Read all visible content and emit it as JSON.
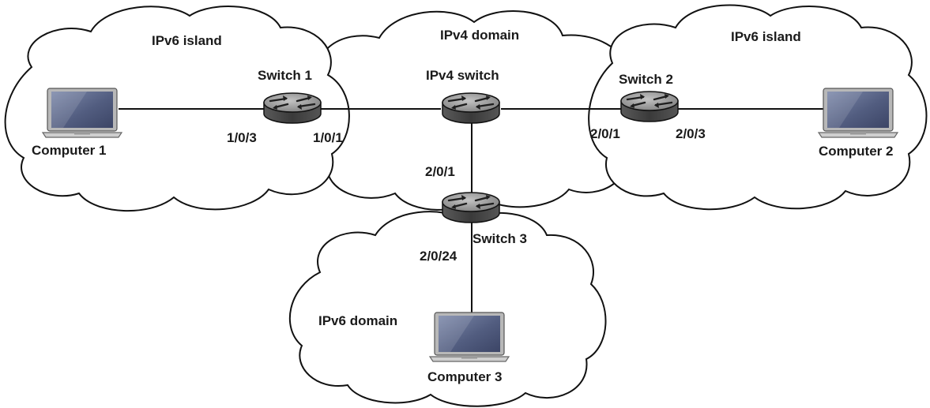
{
  "clouds": {
    "ipv6_island_left": "IPv6 island",
    "ipv4_domain": "IPv4 domain",
    "ipv6_island_right": "IPv6 island",
    "ipv6_domain": "IPv6 domain"
  },
  "devices": {
    "switch1": "Switch 1",
    "ipv4_switch": "IPv4 switch",
    "switch2": "Switch 2",
    "switch3": "Switch 3",
    "computer1": "Computer 1",
    "computer2": "Computer 2",
    "computer3": "Computer 3"
  },
  "ports": {
    "sw1_left": "1/0/3",
    "sw1_right": "1/0/1",
    "sw2_left": "2/0/1",
    "sw2_right": "2/0/3",
    "sw3_up": "2/0/1",
    "sw3_down": "2/0/24"
  },
  "colors": {
    "router_body": "#4a4a4a",
    "router_top": "#9a9a9a",
    "laptop_screen": "#5e6a8c",
    "laptop_frame": "#b8b8b8",
    "outline": "#111111"
  }
}
